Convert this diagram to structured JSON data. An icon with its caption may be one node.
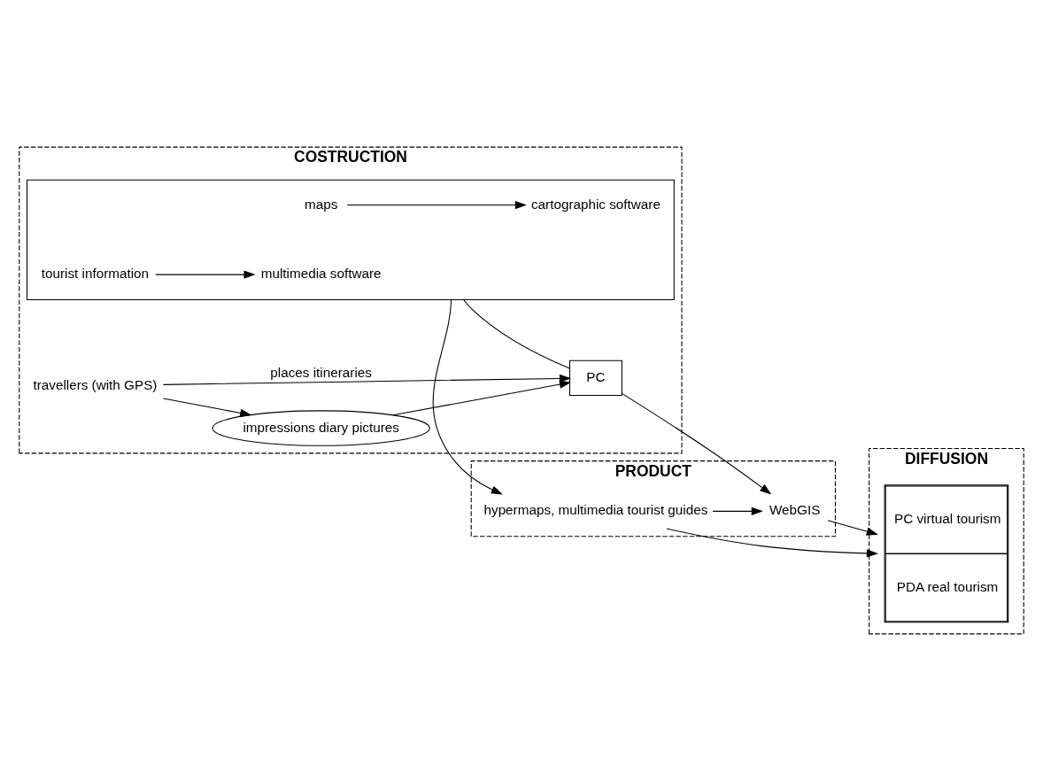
{
  "diagram": {
    "nodes": [
      {
        "text": [
          "COSTRUCTION"
        ]
      },
      {
        "text": [],
        "shape": "box",
        "in": 0
      },
      {
        "text": [
          "maps"
        ],
        "in": 1
      },
      {
        "text": [
          "tourist information"
        ],
        "in": 1
      },
      {
        "text": [
          "cartographic software"
        ],
        "in": 1
      },
      {
        "text": [
          "multimedia software"
        ],
        "in": 1
      },
      {
        "text": [
          "travellers (with GPS)"
        ],
        "in": 0
      },
      {
        "text": [
          "PC"
        ],
        "in": 0
      },
      {
        "text": [
          "impressions diary pictures"
        ],
        "in": 0
      },
      {
        "text": [
          "PRODUCT"
        ]
      },
      {
        "text": [
          "hypermaps, multimedia tourist guides"
        ],
        "in": 9
      },
      {
        "text": [
          "WebGIS"
        ],
        "in": 9
      },
      {
        "text": [
          "DIFFUSION"
        ]
      },
      {
        "text": [
          "PC virtual tourism",
          "PDA real tourism"
        ],
        "in": 12
      }
    ],
    "edges": [
      {
        "from": 2,
        "to": 4,
        "arrow": "to"
      },
      {
        "from": 3,
        "to": 5,
        "arrow": "to"
      },
      {
        "from": 1,
        "to": 10,
        "arrow": "to"
      },
      {
        "from": 1,
        "to": 7,
        "arrow": "none"
      },
      {
        "from": 6,
        "to": 7,
        "arrow": "to",
        "label": "places itineraries"
      },
      {
        "from": 6,
        "to": 8,
        "arrow": "to"
      },
      {
        "from": 8,
        "to": 7,
        "arrow": "to"
      },
      {
        "from": 7,
        "to": 11,
        "arrow": "to"
      },
      {
        "from": 10,
        "to": 11,
        "arrow": "to"
      },
      {
        "from": 10,
        "to": 13,
        "arrow": "to"
      },
      {
        "from": 11,
        "to": 13,
        "arrow": "to"
      }
    ]
  }
}
